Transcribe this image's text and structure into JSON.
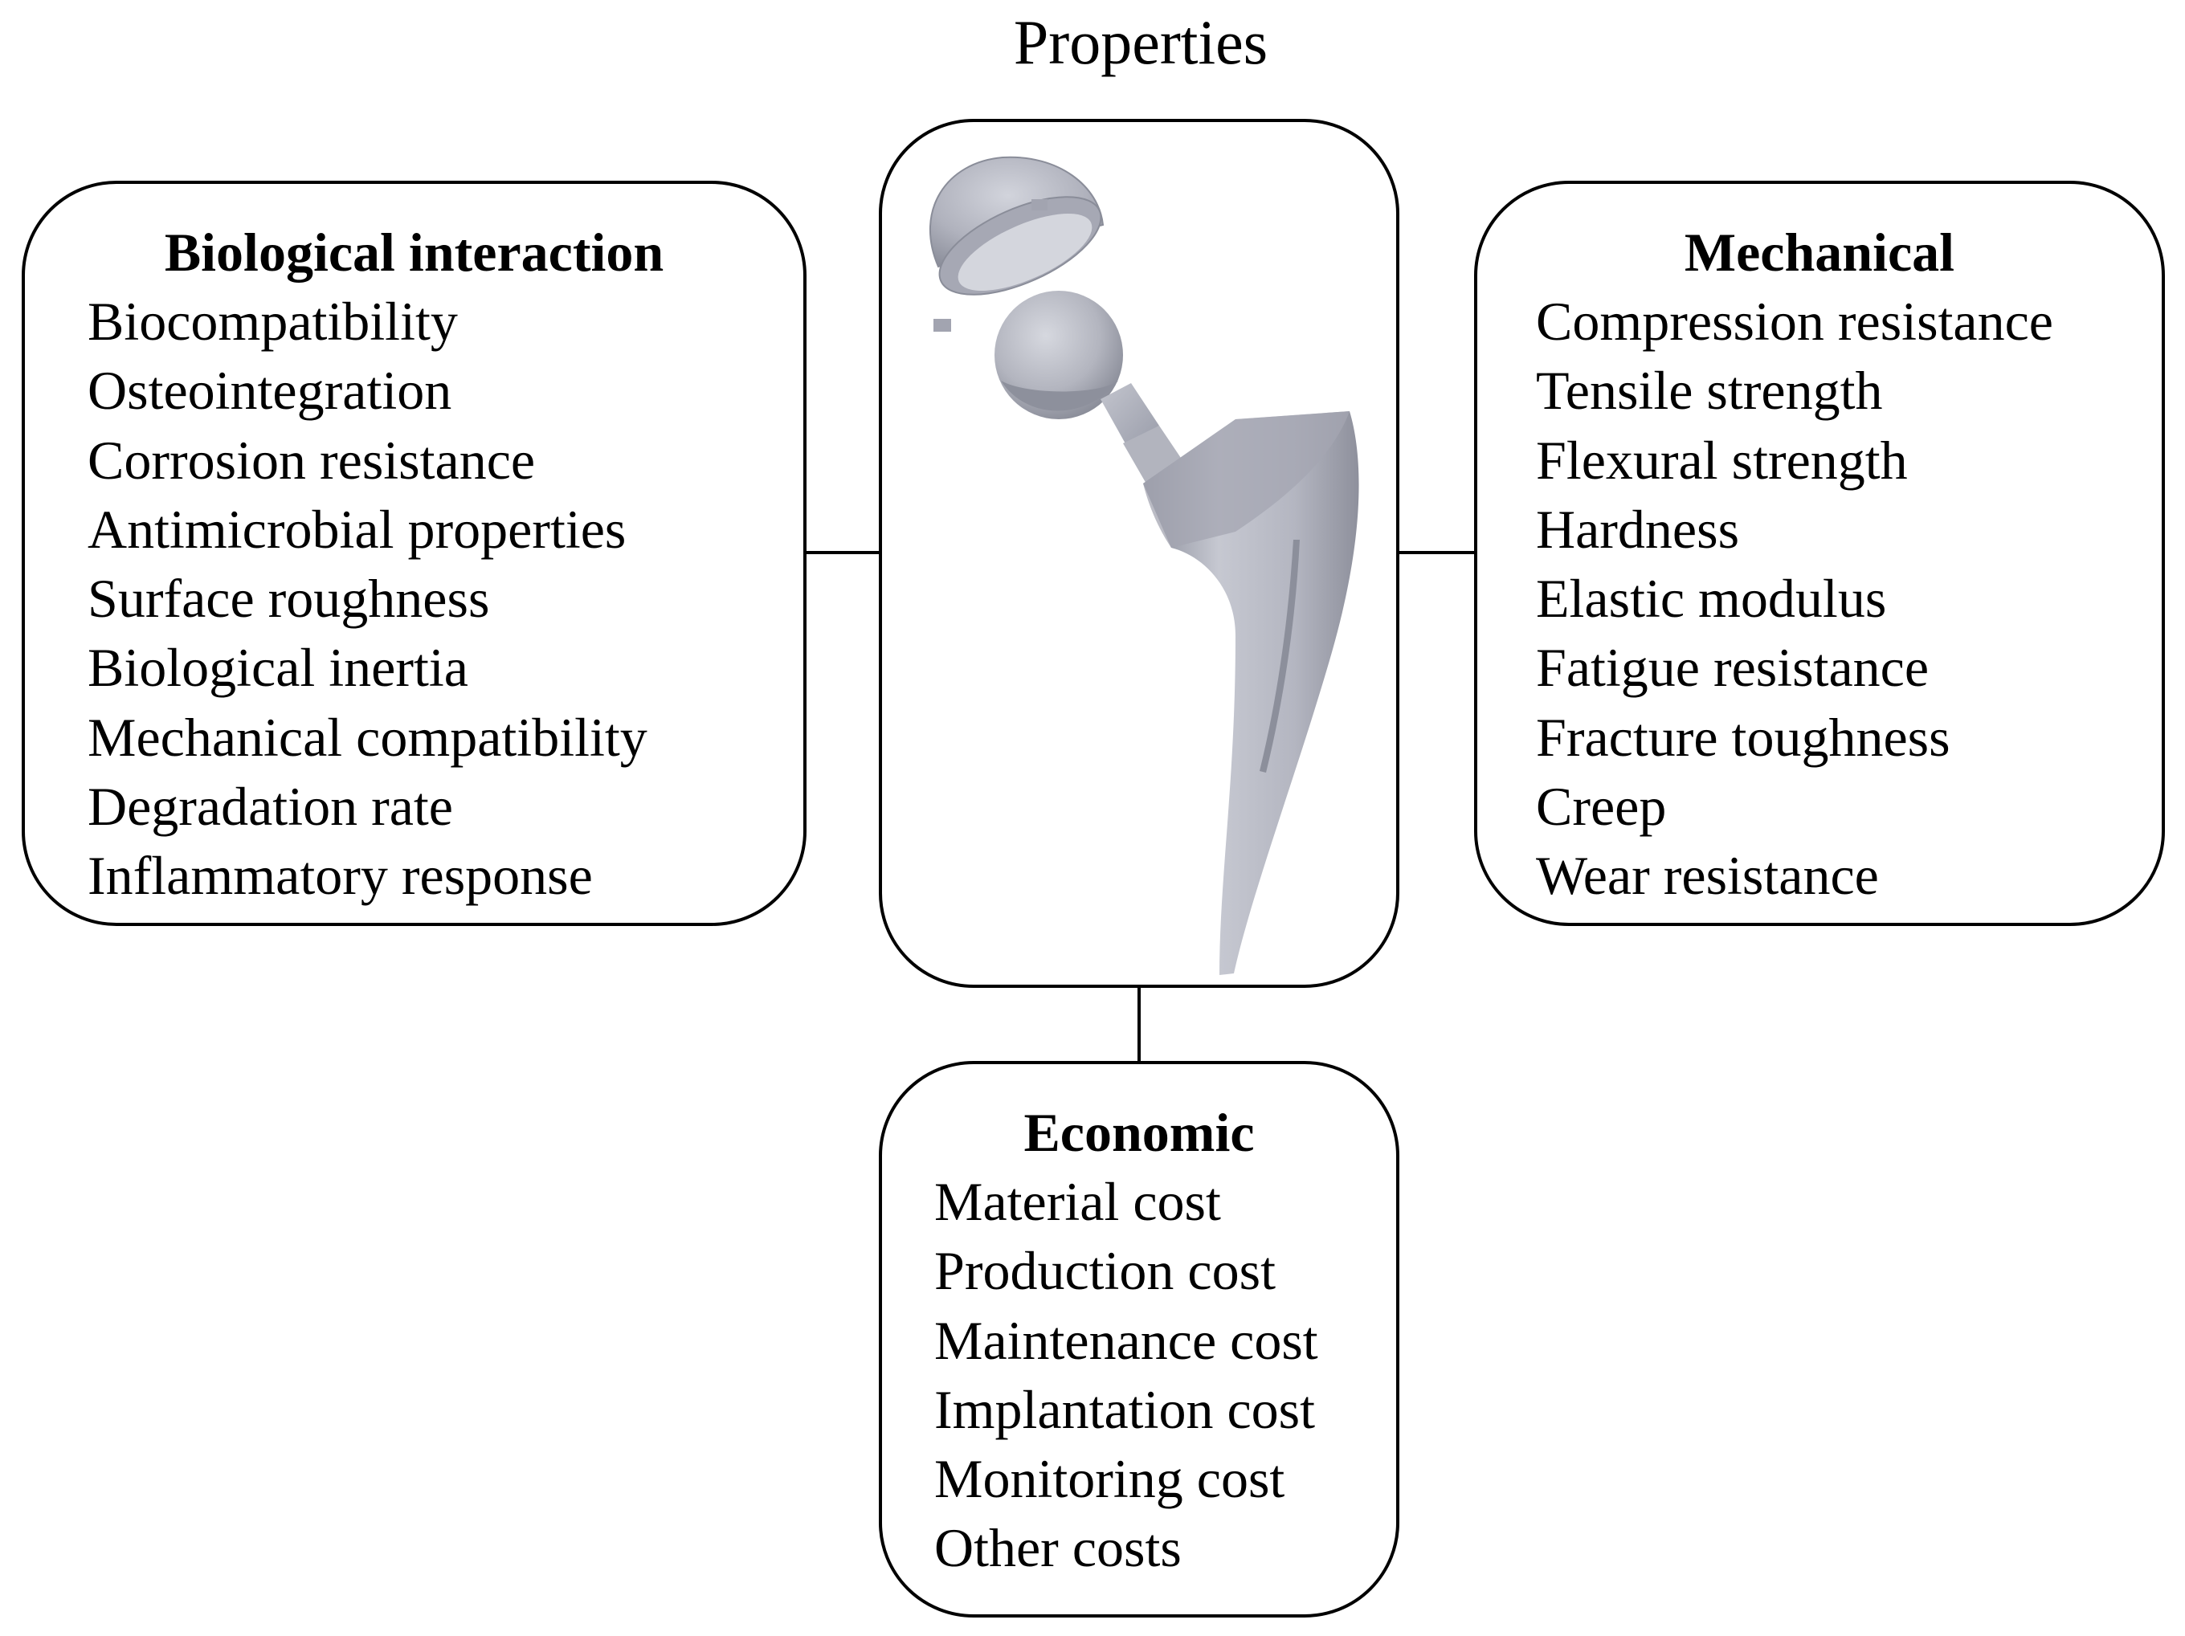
{
  "title": "Properties",
  "biological": {
    "heading": "Biological interaction",
    "items": [
      "Biocompatibility",
      "Osteointegration",
      "Corrosion resistance",
      "Antimicrobial properties",
      "Surface roughness",
      "Biological inertia",
      "Mechanical compatibility",
      "Degradation rate",
      "Inflammatory response"
    ]
  },
  "mechanical": {
    "heading": "Mechanical",
    "items": [
      "Compression resistance",
      "Tensile strength",
      "Flexural strength",
      "Hardness",
      "Elastic modulus",
      "Fatigue resistance",
      "Fracture toughness",
      "Creep",
      "Wear resistance"
    ]
  },
  "economic": {
    "heading": "Economic",
    "items": [
      "Material cost",
      "Production cost",
      "Maintenance cost",
      "Implantation cost",
      "Monitoring cost",
      "Other costs"
    ]
  },
  "colors": {
    "implant_light": "#c9cbd4",
    "implant_mid": "#a9abb7",
    "implant_dark": "#7f8290",
    "line": "#000000"
  }
}
